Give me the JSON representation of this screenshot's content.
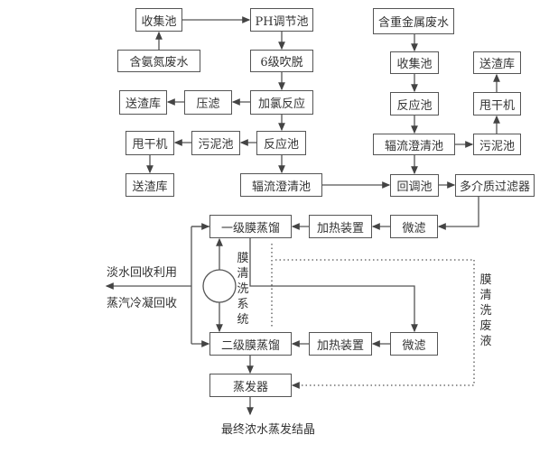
{
  "left_branch": {
    "collect": "收集池",
    "ammonia_water": "含氨氮废水",
    "ph_adjust": "PH调节池",
    "stripping": "6级吹脱",
    "chlorination": "加氯反应",
    "press_filter": "压滤",
    "slag1": "送渣库",
    "reaction": "反应池",
    "sludge": "污泥池",
    "dryer": "甩干机",
    "slag2": "送渣库",
    "clarifier": "辐流澄清池"
  },
  "right_branch": {
    "heavy_metal_water": "含重金属废水",
    "collect": "收集池",
    "reaction": "反应池",
    "clarifier": "辐流澄清池",
    "sludge": "污泥池",
    "dryer": "甩干机",
    "slag": "送渣库",
    "return_pool": "回调池",
    "multimedia_filter": "多介质过滤器"
  },
  "membrane": {
    "md1": "一级膜蒸馏",
    "heater1": "加热装置",
    "mf1": "微滤",
    "md2": "二级膜蒸馏",
    "heater2": "加热装置",
    "mf2": "微滤",
    "evaporator": "蒸发器",
    "fresh_water": "淡水回收利用",
    "steam_condensate": "蒸汽冷凝回收",
    "cleaning_system": "膜清洗系统",
    "cleaning_waste": "膜清洗废液",
    "final": "最终浓水蒸发结晶"
  }
}
